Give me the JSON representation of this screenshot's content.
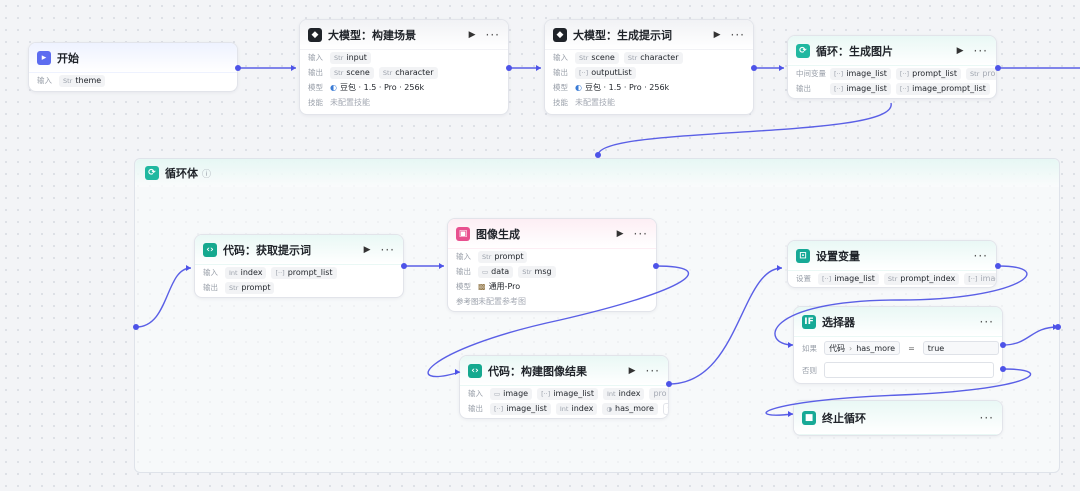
{
  "start": {
    "title": "开始",
    "input_label": "输入",
    "param": "theme",
    "type": "Str"
  },
  "llm1": {
    "title": "大模型：构建场景",
    "input_label": "输入",
    "input": "input",
    "output_label": "输出",
    "out1": "scene",
    "out2": "character",
    "model_label": "模型",
    "model": "豆包 · 1.5 · Pro · 256k",
    "skill_label": "技能",
    "skill": "未配置技能"
  },
  "llm2": {
    "title": "大模型：生成提示词",
    "input_label": "输入",
    "in1": "scene",
    "in2": "character",
    "output_label": "输出",
    "out1": "outputList",
    "model_label": "模型",
    "model": "豆包 · 1.5 · Pro · 256k",
    "skill_label": "技能",
    "skill": "未配置技能"
  },
  "loop": {
    "title": "循环：生成图片",
    "mid_label": "中间变量",
    "m1": "image_list",
    "m2": "prompt_list",
    "m3": "pro",
    "output_label": "输出",
    "o1": "image_list",
    "o2": "image_prompt_list"
  },
  "loop_body": {
    "title": "循环体"
  },
  "code1": {
    "title": "代码：获取提示词",
    "input_label": "输入",
    "in1": "index",
    "in2": "prompt_list",
    "output_label": "输出",
    "out1": "prompt"
  },
  "imggen": {
    "title": "图像生成",
    "input_label": "输入",
    "in1": "prompt",
    "output_label": "输出",
    "out1": "data",
    "out2": "msg",
    "model_label": "模型",
    "model": "通用-Pro",
    "ref_label": "参考图",
    "ref": "未配置参考图"
  },
  "code2": {
    "title": "代码：构建图像结果",
    "input_label": "输入",
    "in1": "image",
    "in2": "image_list",
    "in3": "index",
    "in4": "pro",
    "output_label": "输出",
    "out1": "image_list",
    "out2": "index",
    "out3": "has_more"
  },
  "setvar": {
    "title": "设置变量",
    "set_label": "设置",
    "v1": "image_list",
    "v2": "prompt_index",
    "v3": "image"
  },
  "selector": {
    "title": "选择器",
    "if_label": "如果",
    "cond_left": "代码",
    "cond_var": "has_more",
    "op": "=",
    "value": "true",
    "else_label": "否则"
  },
  "stoploop": {
    "title": "终止循环"
  },
  "colors": {
    "accent": "#4d53e8",
    "teal": "#16a996",
    "pink": "#e8508f"
  }
}
